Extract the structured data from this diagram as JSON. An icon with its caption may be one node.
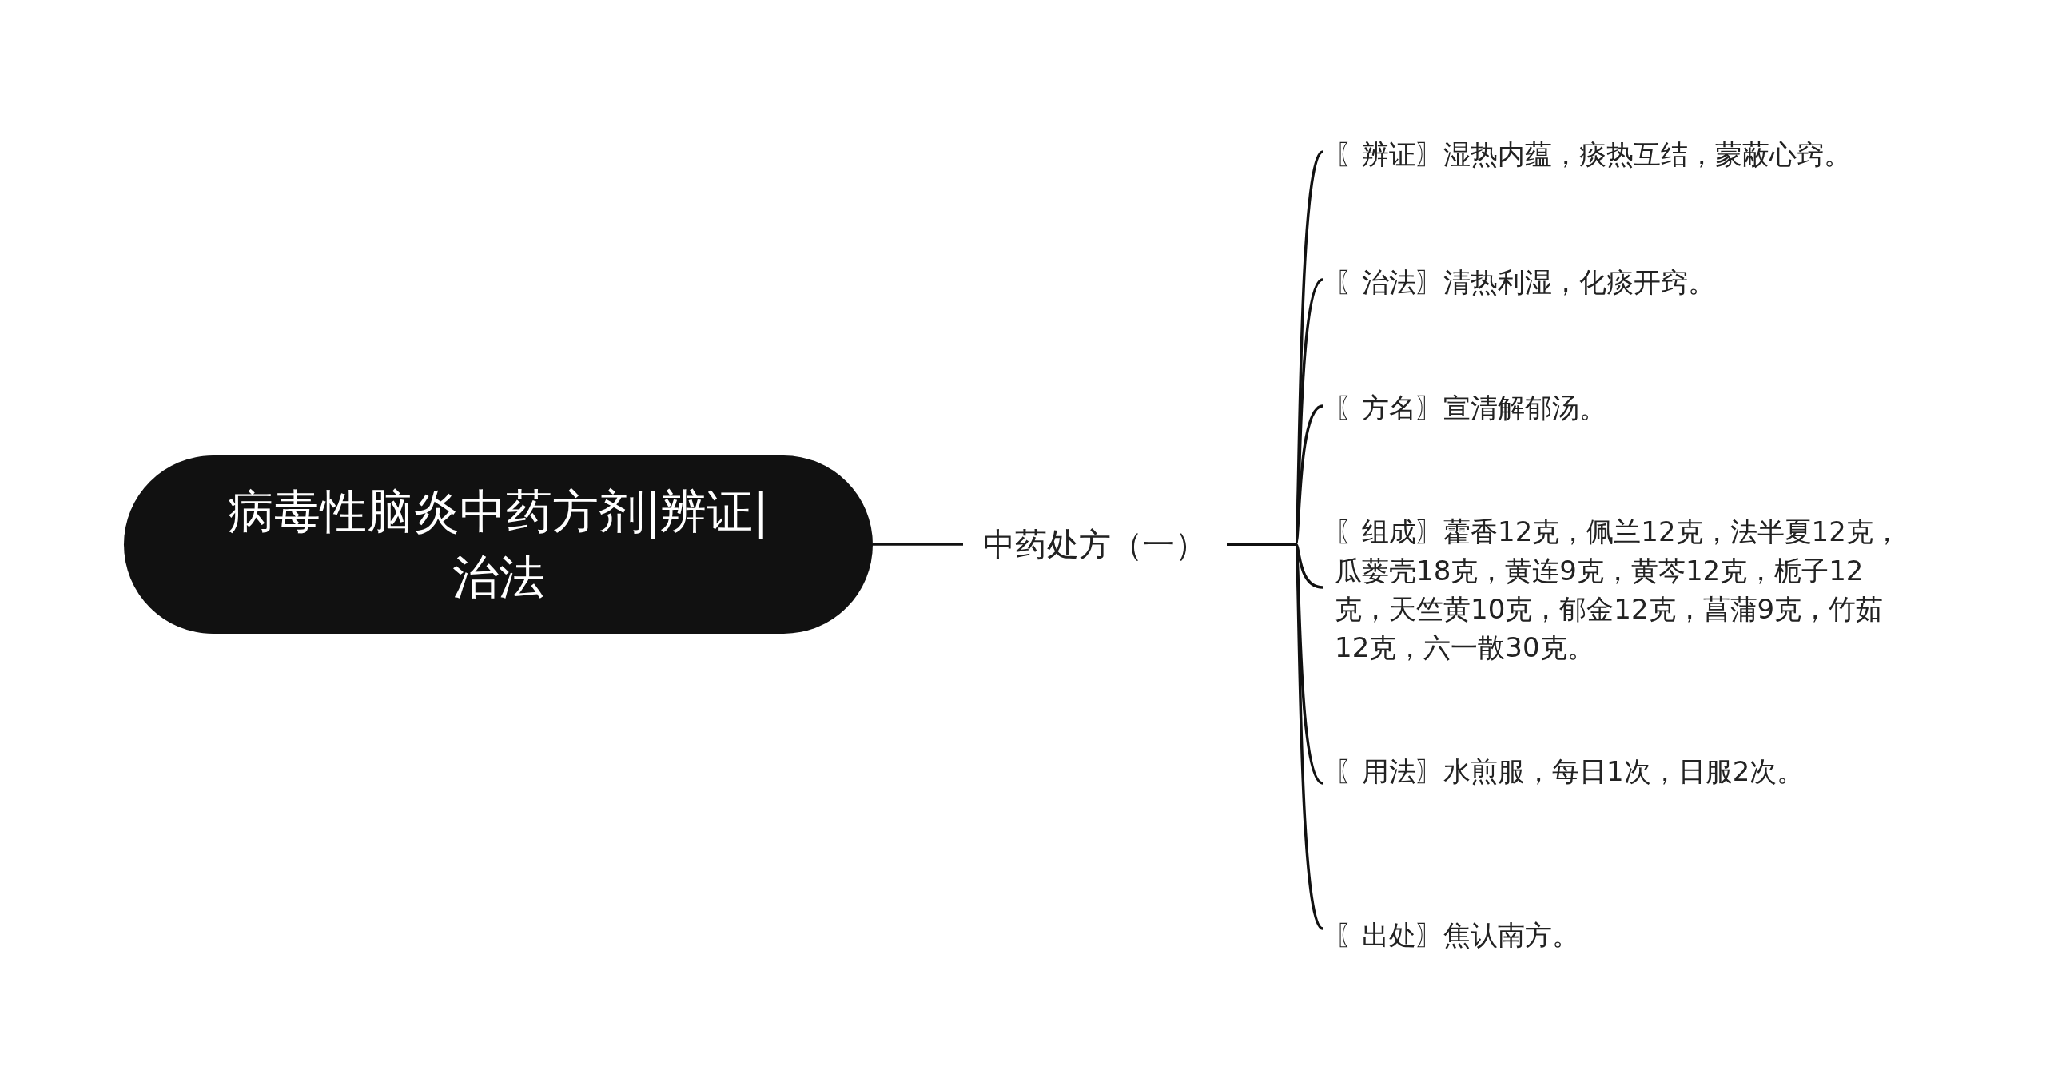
{
  "diagram": {
    "nodes": [
      {
        "text": [
          "病毒性脑炎中药方剂|辨证|治法"
        ]
      },
      {
        "text": [
          "中药处方（一）"
        ]
      },
      {
        "text": [
          "〖辨证〗湿热内蕴，痰热互结，蒙蔽心窍。"
        ]
      },
      {
        "text": [
          "〖治法〗清热利湿，化痰开窍。"
        ]
      },
      {
        "text": [
          "〖方名〗宣清解郁汤。"
        ]
      },
      {
        "text": [
          "〖组成〗藿香12克，佩兰12克，法半夏12克，瓜蒌壳18克，黄连9克，黄芩12克，栀子12克，天竺黄10克，郁金12克，菖蒲9克，竹茹12克，六一散30克。"
        ]
      },
      {
        "text": [
          "〖用法〗水煎服，每日1次，日服2次。"
        ]
      },
      {
        "text": [
          "〖出处〗焦认南方。"
        ]
      }
    ],
    "edges": [
      {
        "from": 0,
        "to": 1,
        "arrow": "none"
      },
      {
        "from": 1,
        "to": 2,
        "arrow": "none"
      },
      {
        "from": 1,
        "to": 3,
        "arrow": "none"
      },
      {
        "from": 1,
        "to": 4,
        "arrow": "none"
      },
      {
        "from": 1,
        "to": 5,
        "arrow": "none"
      },
      {
        "from": 1,
        "to": 6,
        "arrow": "none"
      },
      {
        "from": 1,
        "to": 7,
        "arrow": "none"
      }
    ]
  }
}
